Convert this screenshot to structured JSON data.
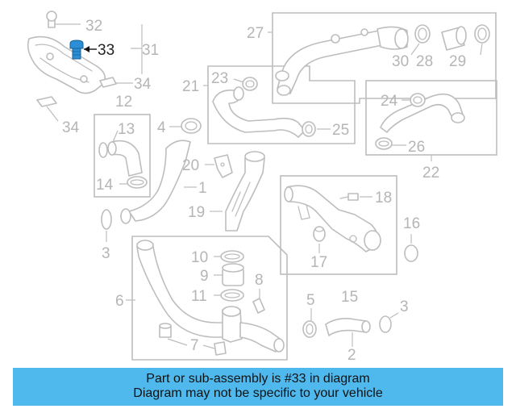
{
  "callouts": {
    "n1": "1",
    "n2": "2",
    "n3a": "3",
    "n3b": "3",
    "n4": "4",
    "n5": "5",
    "n6": "6",
    "n7": "7",
    "n8": "8",
    "n9": "9",
    "n10": "10",
    "n11": "11",
    "n12": "12",
    "n13": "13",
    "n14": "14",
    "n15": "15",
    "n16": "16",
    "n17": "17",
    "n18": "18",
    "n19": "19",
    "n20": "20",
    "n21": "21",
    "n22": "22",
    "n23": "23",
    "n24": "24",
    "n25": "25",
    "n26": "26",
    "n27": "27",
    "n28": "28",
    "n29": "29",
    "n30": "30",
    "n31": "31",
    "n32": "32",
    "n33": "33",
    "n34a": "34",
    "n34b": "34"
  },
  "highlight": {
    "part": "33",
    "color": "#2a8fd6"
  },
  "banner": {
    "line1": "Part or sub-assembly is #33 in diagram",
    "line2": "Diagram may not be specific to your vehicle",
    "color": "#4fb9ee"
  }
}
